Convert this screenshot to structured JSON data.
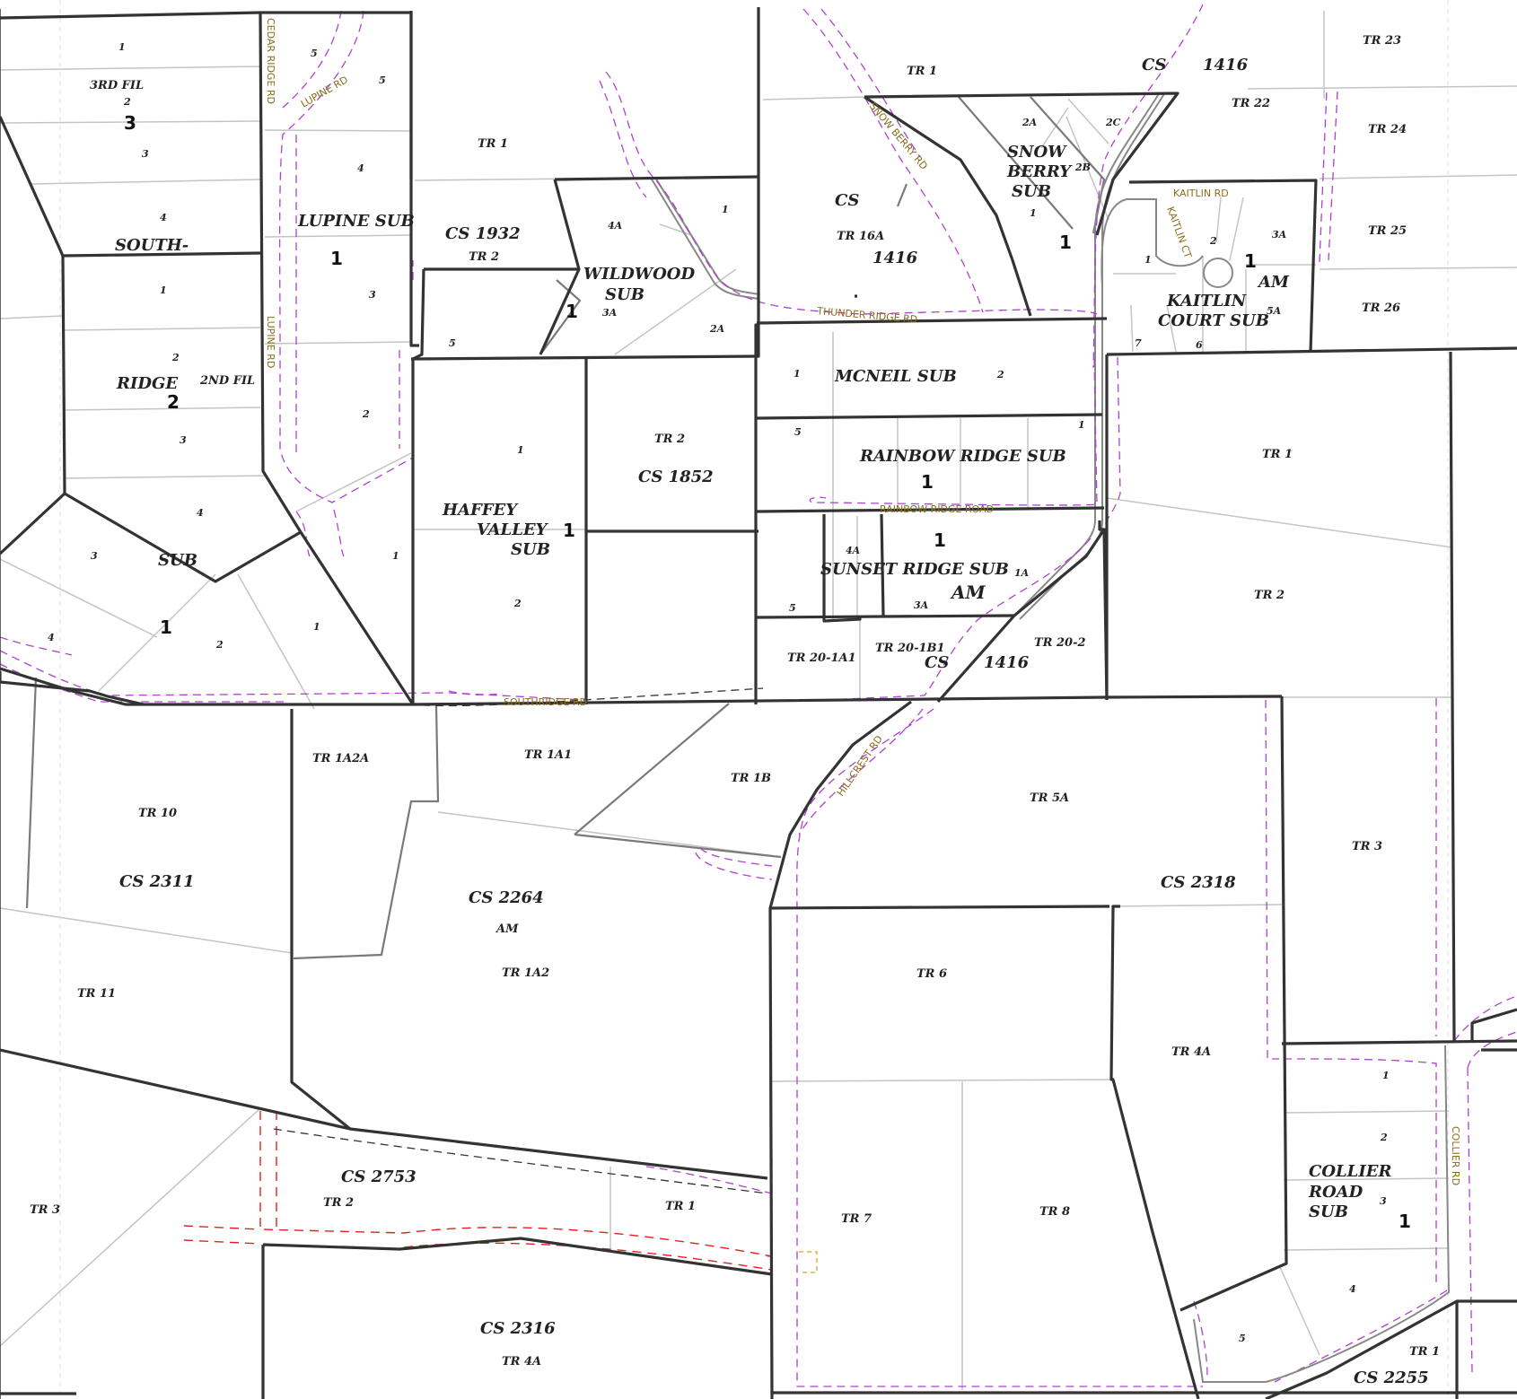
{
  "roads": {
    "cedar_ridge": "CEDAR RIDGE RD",
    "lupine_upper": "LUPINE RD",
    "lupine_lower": "LUPINE RD",
    "snowberry": "SNOW BERRY RD",
    "thunder_ridge": "THUNDER RIDGE RD",
    "kaitlin_rd": "KAITLIN RD",
    "kaitlin_ct": "KAITLIN CT",
    "rainbow_ridge": "RAINBOW RIDGE ROAD",
    "southridge": "SOUTHRIDGE RD",
    "hillcrest": "HILLCREST RD",
    "collier": "COLLIER RD"
  },
  "labels": {
    "south_ridge": {
      "l1": "3RD FIL",
      "l2": "3",
      "l3": "SOUTH-",
      "l4": "RIDGE",
      "l5": "2",
      "l6": "2ND FIL",
      "l7": "SUB",
      "l8": "1",
      "lots": [
        "1",
        "2",
        "3",
        "4",
        "1",
        "2",
        "3",
        "4",
        "3",
        "4",
        "2",
        "1"
      ]
    },
    "lupine": {
      "name": "LUPINE SUB",
      "blk": "1",
      "lots": [
        "5",
        "5",
        "4",
        "3",
        "2",
        "1"
      ]
    },
    "cs1932": {
      "cs": "CS 1932",
      "tr1": "TR 1",
      "tr2": "TR 2",
      "lot5": "5"
    },
    "wildwood": {
      "l1": "WILDWOOD",
      "l2": "SUB",
      "blk": "1",
      "lots": [
        "4A",
        "1",
        "3A",
        "2A"
      ]
    },
    "snowberry": {
      "l1": "SNOW",
      "l2": "BERRY",
      "l3": "SUB",
      "blk": "1",
      "lots": [
        "2A",
        "2C",
        "2B",
        "1"
      ]
    },
    "cs1416_top": {
      "tr1": "TR 1",
      "cs": "CS",
      "num": "1416",
      "cs2": "CS",
      "tr16a": "TR 16A",
      "num2": "1416"
    },
    "right_top": {
      "tr23": "TR 23",
      "tr22": "TR 22",
      "tr24": "TR 24",
      "tr25": "TR 25",
      "tr26": "TR 26"
    },
    "kaitlin": {
      "l1": "KAITLIN",
      "l2": "COURT SUB",
      "blk": "1",
      "am": "AM",
      "lots": [
        "2",
        "3A",
        "1",
        "5A",
        "7",
        "6"
      ]
    },
    "mcneil": {
      "name": "MCNEIL SUB",
      "lots": [
        "1",
        "2"
      ]
    },
    "rainbow": {
      "name": "RAINBOW RIDGE SUB",
      "blk": "1",
      "lots": [
        "5",
        "1"
      ]
    },
    "sunset": {
      "name": "SUNSET RIDGE SUB",
      "blk": "1",
      "am": "AM",
      "lots": [
        "4A",
        "1A",
        "5",
        "3A"
      ]
    },
    "haffey": {
      "l1": "HAFFEY",
      "l2": "VALLEY",
      "l3": "SUB",
      "blk": "1",
      "lots": [
        "1",
        "2"
      ]
    },
    "cs1852": {
      "tr2": "TR 2",
      "cs": "CS 1852"
    },
    "cs1416_low": {
      "tr1a1": "TR 20-1A1",
      "tr1b1": "TR 20-1B1",
      "tr2": "TR 20-2",
      "cs": "CS",
      "num": "1416"
    },
    "east": {
      "tr1": "TR 1",
      "tr2": "TR 2",
      "tr3": "TR 3"
    },
    "cs2311": {
      "tr10": "TR 10",
      "cs": "CS 2311",
      "tr11": "TR 11"
    },
    "cs2264": {
      "tr1a2a": "TR 1A2A",
      "tr1a1": "TR 1A1",
      "tr1b": "TR 1B",
      "cs": "CS 2264",
      "am": "AM",
      "tr1a2": "TR 1A2"
    },
    "cs2318": {
      "tr5a": "TR 5A",
      "cs": "CS 2318",
      "tr6": "TR 6",
      "tr4a": "TR 4A",
      "tr7": "TR 7",
      "tr8": "TR 8"
    },
    "collier": {
      "l1": "COLLIER",
      "l2": "ROAD",
      "l3": "SUB",
      "blk": "1",
      "lots": [
        "1",
        "2",
        "3",
        "4",
        "5"
      ]
    },
    "cs2753": {
      "cs": "CS 2753",
      "tr2": "TR 2",
      "tr1": "TR 1",
      "tr3": "TR 3"
    },
    "cs2316": {
      "cs": "CS 2316",
      "tr4a": "TR 4A"
    },
    "cs2255": {
      "tr1": "TR 1",
      "cs": "CS 2255"
    }
  }
}
